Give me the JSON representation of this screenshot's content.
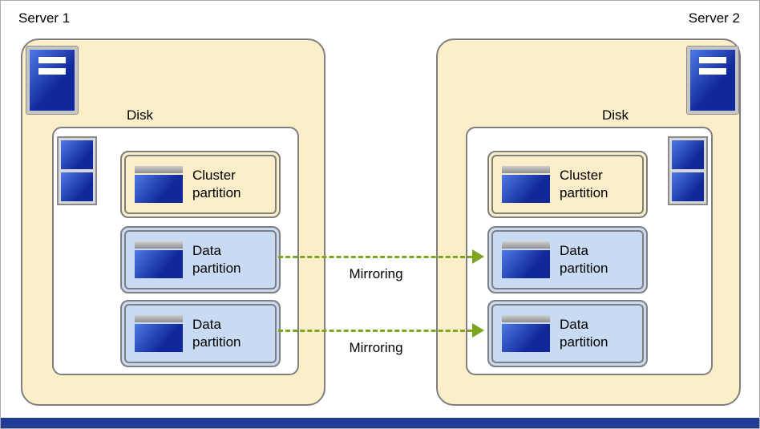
{
  "colors": {
    "server_fill": "#FBEEC9",
    "cluster_fill": "#FBEEC9",
    "data_fill": "#C9DBF2",
    "border_gray": "#7F7F7F",
    "arrow_green": "#7DA51E",
    "footer_blue": "#203C94",
    "icon_blue_light": "#4E79E6",
    "icon_blue_dark": "#10289A"
  },
  "servers": [
    {
      "label": "Server 1",
      "disk_label": "Disk",
      "partitions": [
        {
          "kind": "cluster",
          "label": "Cluster partition"
        },
        {
          "kind": "data",
          "label": "Data partition"
        },
        {
          "kind": "data",
          "label": "Data partition"
        }
      ]
    },
    {
      "label": "Server 2",
      "disk_label": "Disk",
      "partitions": [
        {
          "kind": "cluster",
          "label": "Cluster partition"
        },
        {
          "kind": "data",
          "label": "Data partition"
        },
        {
          "kind": "data",
          "label": "Data partition"
        }
      ]
    }
  ],
  "arrows": [
    {
      "label": "Mirroring"
    },
    {
      "label": "Mirroring"
    }
  ],
  "icons": {
    "server": "server-icon",
    "disk_stack": "disk-stack-icon",
    "partition_disk": "disk-icon"
  }
}
